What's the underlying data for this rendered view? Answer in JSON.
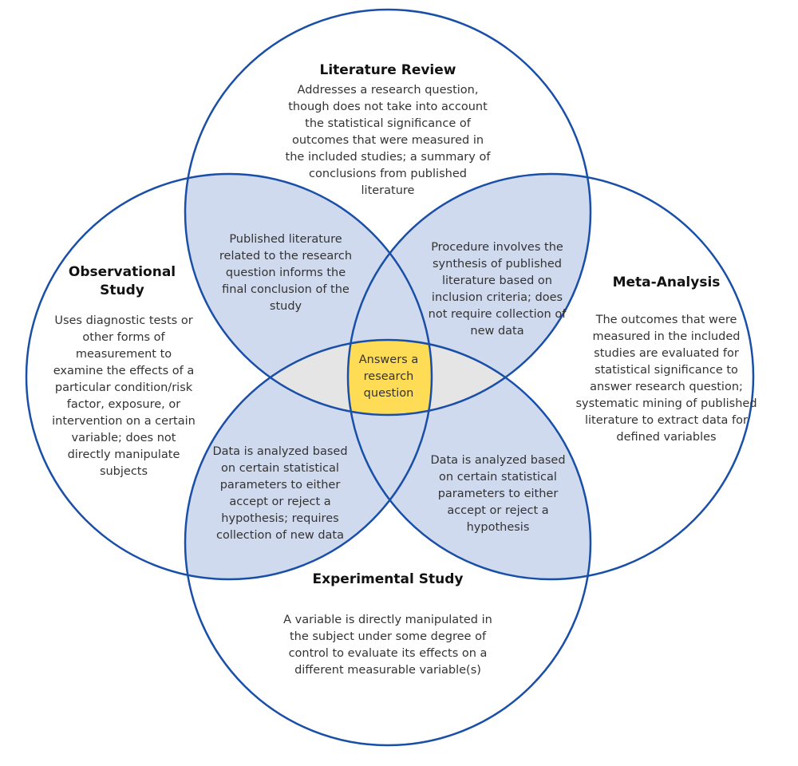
{
  "colors": {
    "outline": "#1a4fa8",
    "pair_overlap": "#d0daee",
    "triple_overlap": "#e5e5e5",
    "center": "#fedc56",
    "background": "#ffffff"
  },
  "circles": {
    "literature_review": {
      "title": "Literature Review",
      "description": "Addresses a research question, though does not take into account the statistical significance of outcomes that were measured in the included studies; a summary of conclusions from published literature"
    },
    "observational_study": {
      "title": "Observational Study",
      "description": "Uses diagnostic tests or other forms of measurement to examine the effects of a particular condition/risk factor, exposure, or intervention on a certain variable; does not directly manipulate subjects"
    },
    "meta_analysis": {
      "title": "Meta-Analysis",
      "description": "The outcomes that were measured in the included studies are evaluated for statistical significance to answer research question; systematic mining of published literature to extract data for defined variables"
    },
    "experimental_study": {
      "title": "Experimental Study",
      "description": "A variable is directly manipulated in the subject under some degree of control to evaluate its effects on a different measurable variable(s)"
    }
  },
  "overlaps": {
    "literature_observational": "Published literature related to the research question informs the final conclusion of the study",
    "literature_meta": "Procedure involves the synthesis of published literature based on inclusion criteria; does not require collection of new data",
    "observational_experimental": "Data is analyzed based on certain statistical parameters to either accept or reject a hypothesis; requires collection of new data",
    "meta_experimental": "Data is analyzed based on certain statistical parameters to either accept or reject a hypothesis",
    "center": "Answers a research question"
  }
}
